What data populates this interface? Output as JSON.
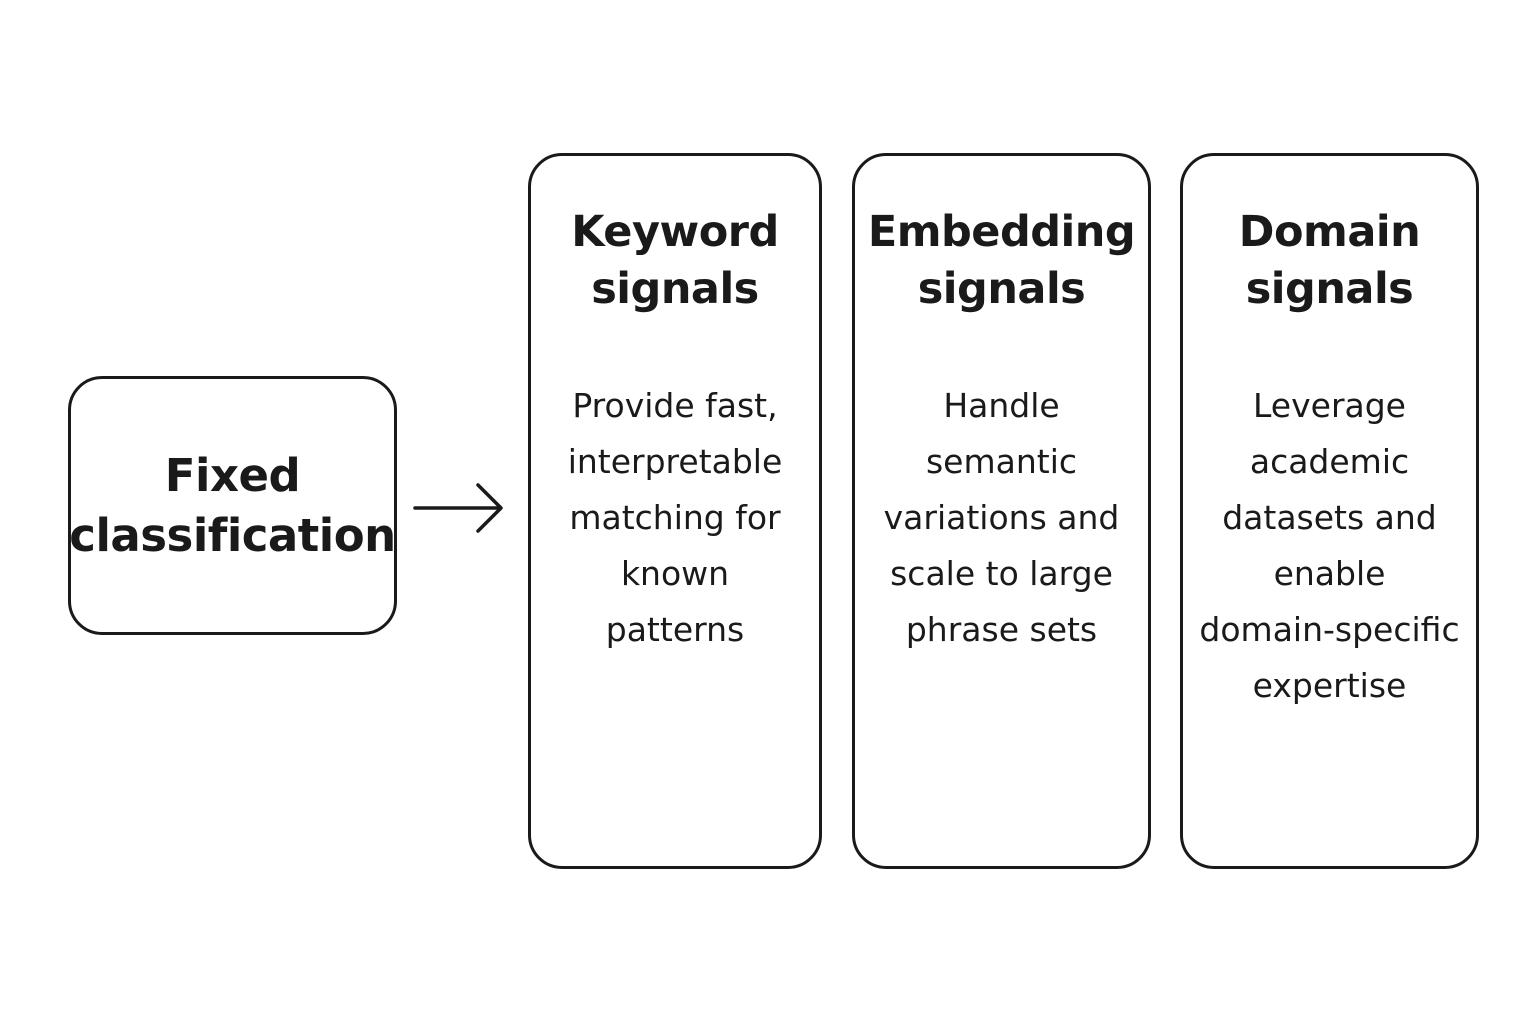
{
  "source": {
    "label": "Fixed\nclassification"
  },
  "columns": [
    {
      "title": "Keyword\nsignals",
      "description": "Provide fast,\ninterpretable\nmatching for\nknown\npatterns"
    },
    {
      "title": "Embedding\nsignals",
      "description": "Handle\nsemantic\nvariations and\nscale to large\nphrase sets"
    },
    {
      "title": "Domain\nsignals",
      "description": "Leverage\nacademic\ndatasets and\nenable\ndomain-specific\nexpertise"
    }
  ],
  "arrow_icon": "arrow-right-icon",
  "colors": {
    "stroke": "#1a1a1a",
    "background": "#ffffff"
  }
}
